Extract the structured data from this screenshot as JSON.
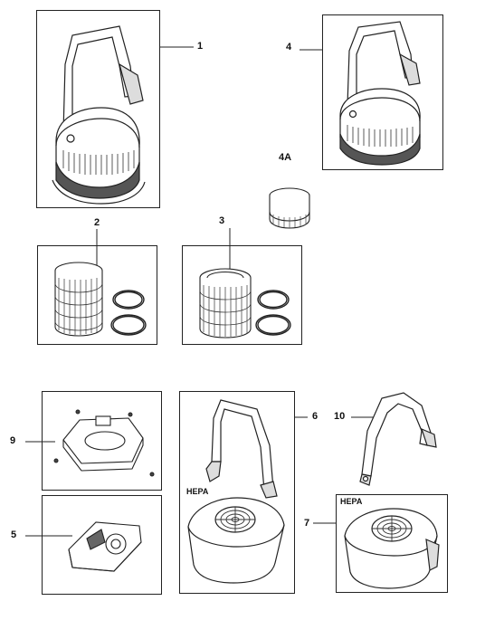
{
  "callouts": {
    "c1": "1",
    "c2": "2",
    "c3": "3",
    "c4": "4",
    "c4a": "4A",
    "c5": "5",
    "c6": "6",
    "c7": "7",
    "c9": "9",
    "c10": "10"
  },
  "labels": {
    "hepa_6": "HEPA",
    "hepa_7": "HEPA"
  }
}
